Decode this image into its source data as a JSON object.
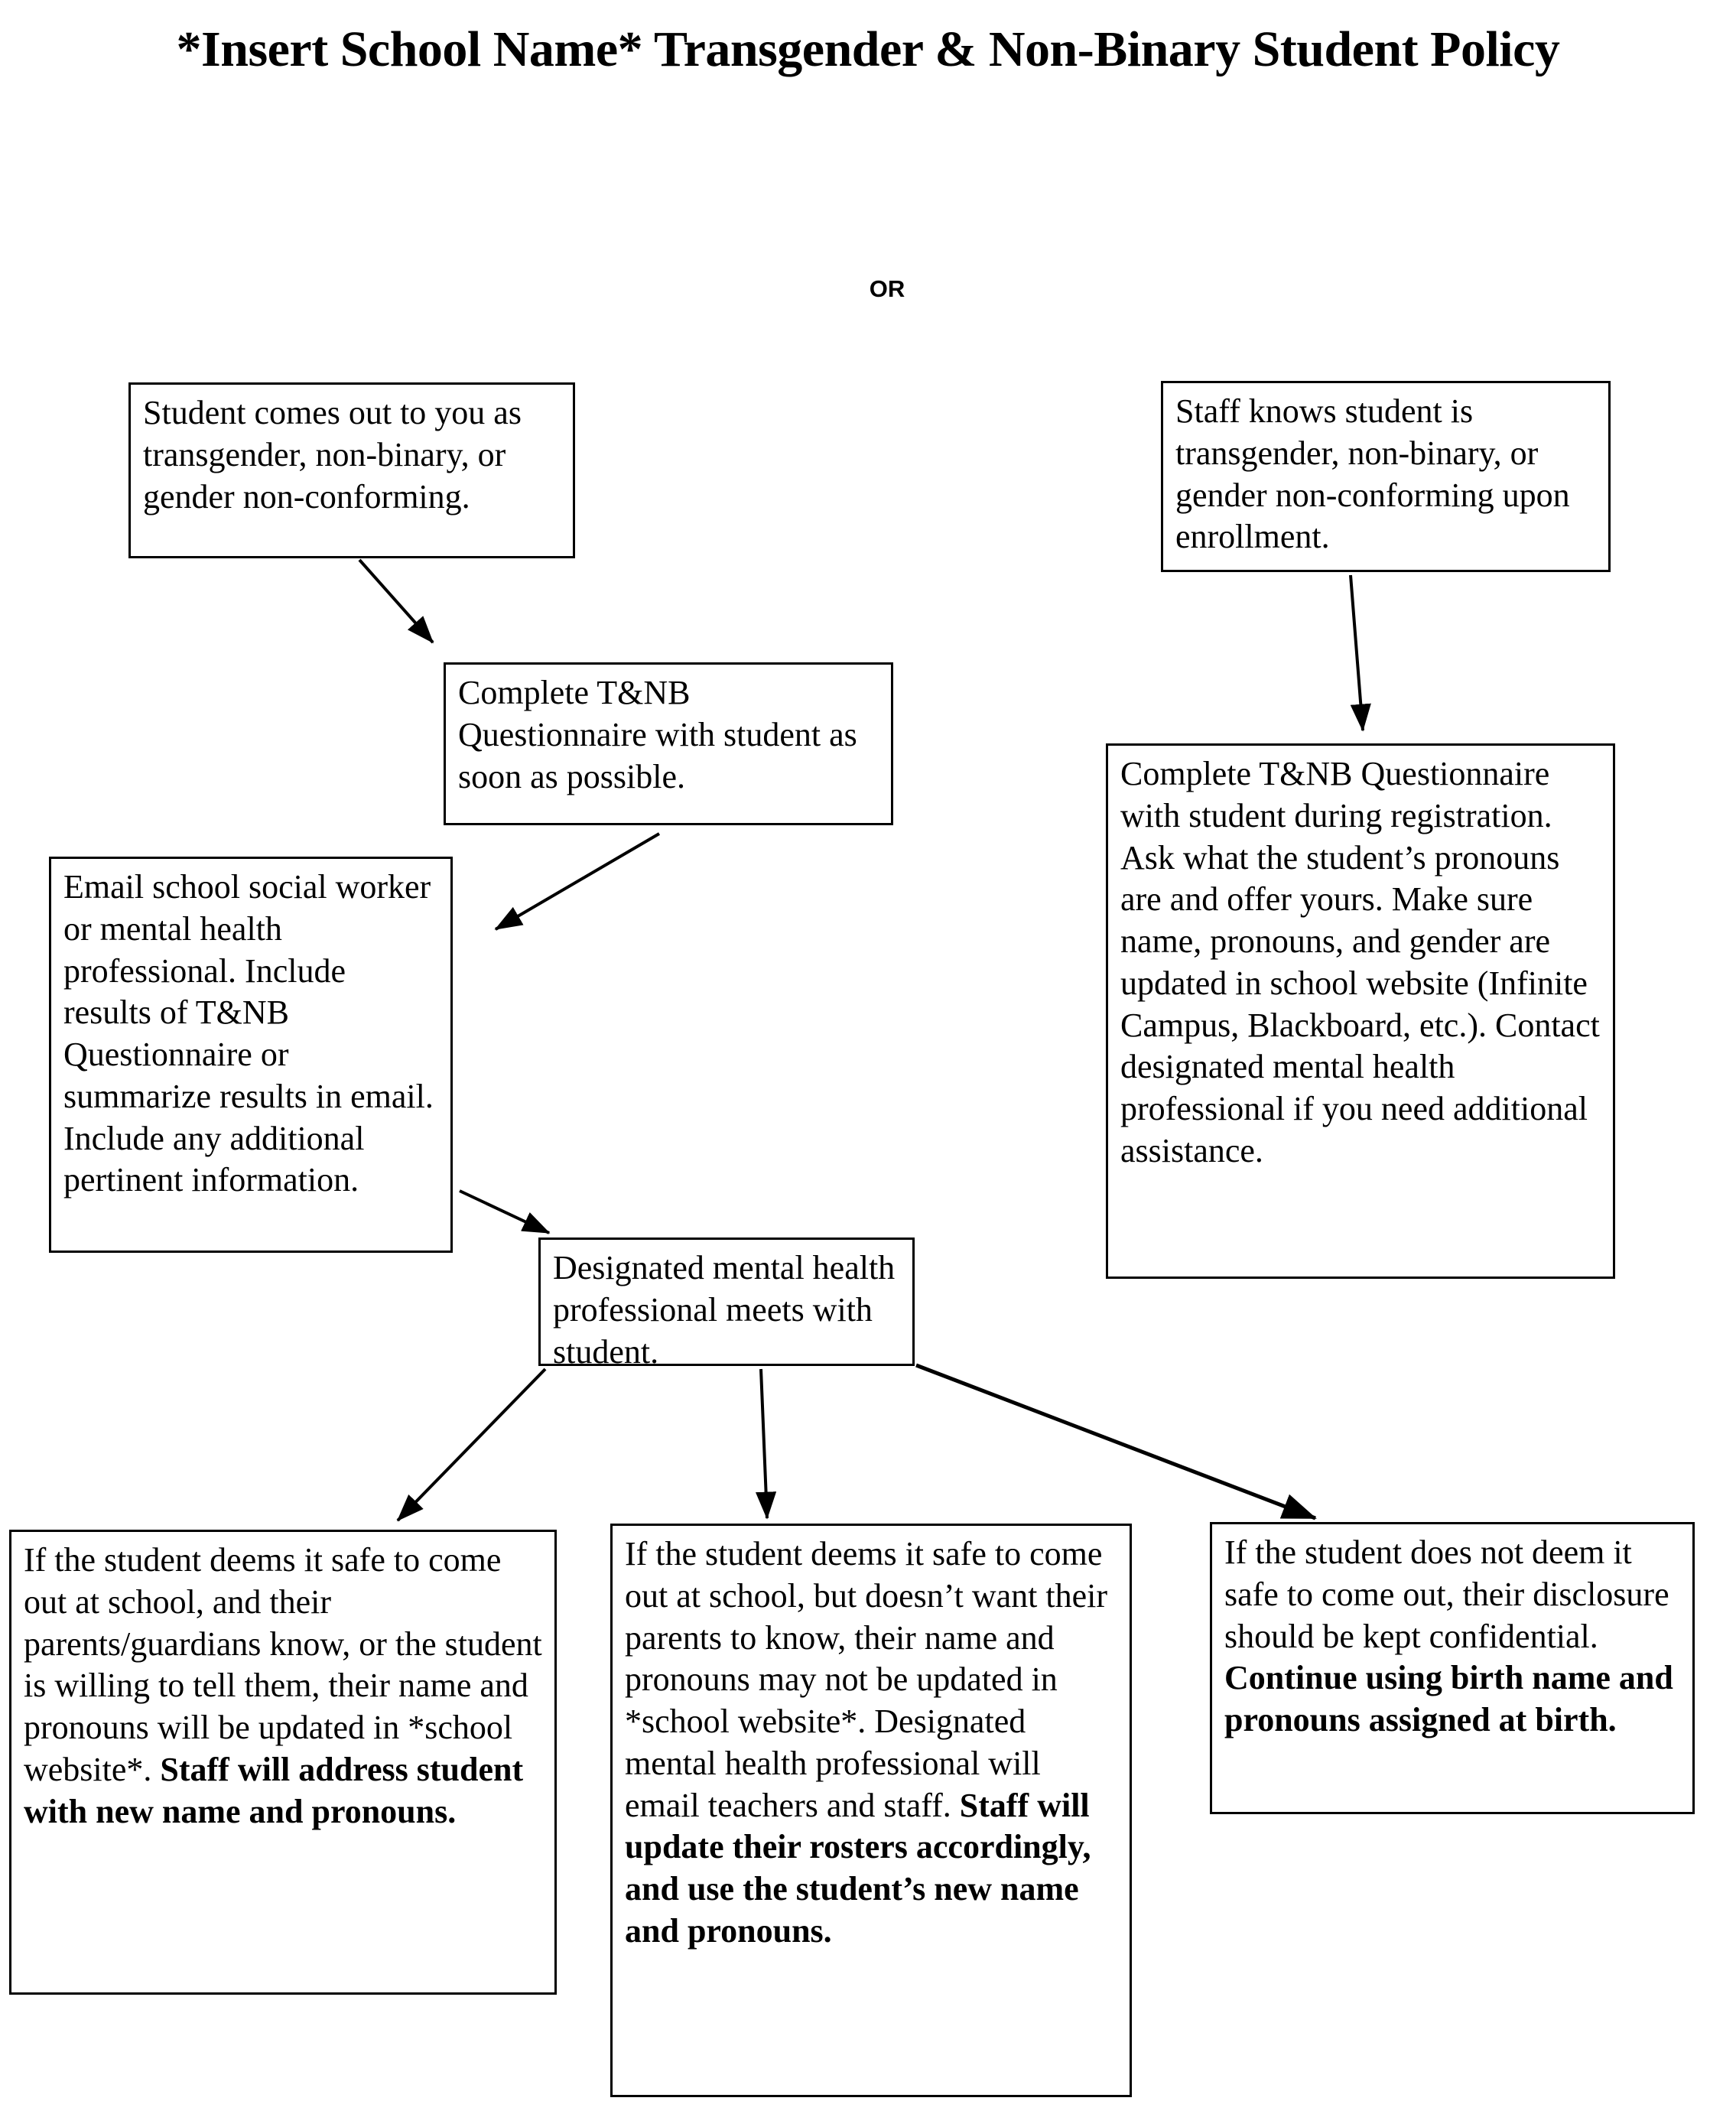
{
  "document": {
    "title": "*Insert School Name* Transgender & Non-Binary Student Policy",
    "or_label": "OR",
    "type": "flowchart"
  },
  "nodes": [
    {
      "id": "student-comes-out",
      "text": "Student comes out to you as transgender, non-binary, or gender non-conforming.",
      "bold_text": ""
    },
    {
      "id": "staff-knows-student",
      "text": "Staff knows student is transgender, non-binary, or gender non-conforming upon enrollment.",
      "bold_text": ""
    },
    {
      "id": "complete-questionnaire-asap",
      "text": "Complete T&NB Questionnaire with student as soon as possible.",
      "bold_text": ""
    },
    {
      "id": "complete-questionnaire-registration",
      "text": "Complete T&NB Questionnaire with student during registration. Ask what the student’s pronouns are and offer yours. Make sure name, pronouns, and gender are updated in school website (Infinite Campus, Blackboard, etc.). Contact designated mental health professional if you need additional assistance.",
      "bold_text": ""
    },
    {
      "id": "email-social-worker",
      "text": "Email school social worker or mental health professional. Include results of T&NB Questionnaire or summarize results in email. Include any additional pertinent information.",
      "bold_text": ""
    },
    {
      "id": "designated-meets-student",
      "text": "Designated mental health professional meets with student.",
      "bold_text": ""
    },
    {
      "id": "outcome-safe-parents-know",
      "text": "If the student deems it safe to come out at school, and their parents/guardians know, or the student is willing to tell them, their name and pronouns will be updated in *school website*. ",
      "bold_text": "Staff will address student with new name and pronouns."
    },
    {
      "id": "outcome-safe-parents-unaware",
      "text": "If the student deems it safe to come out at school, but doesn’t want their parents to know, their name and pronouns may not be updated in *school website*. Designated mental health professional will email teachers and staff. ",
      "bold_text": "Staff will update their rosters accordingly, and use the student’s new name and pronouns."
    },
    {
      "id": "outcome-not-safe",
      "text": "If the student does not deem it safe to come out, their disclosure should be kept confidential. ",
      "bold_text": "Continue using birth name and pronouns assigned at birth."
    }
  ],
  "edges": [
    {
      "from": "student-comes-out",
      "to": "complete-questionnaire-asap"
    },
    {
      "from": "staff-knows-student",
      "to": "complete-questionnaire-registration"
    },
    {
      "from": "complete-questionnaire-asap",
      "to": "email-social-worker"
    },
    {
      "from": "email-social-worker",
      "to": "designated-meets-student"
    },
    {
      "from": "designated-meets-student",
      "to": "outcome-safe-parents-know"
    },
    {
      "from": "designated-meets-student",
      "to": "outcome-safe-parents-unaware"
    },
    {
      "from": "designated-meets-student",
      "to": "outcome-not-safe"
    }
  ],
  "colors": {
    "background": "#ffffff",
    "text": "#000000",
    "border": "#000000"
  }
}
